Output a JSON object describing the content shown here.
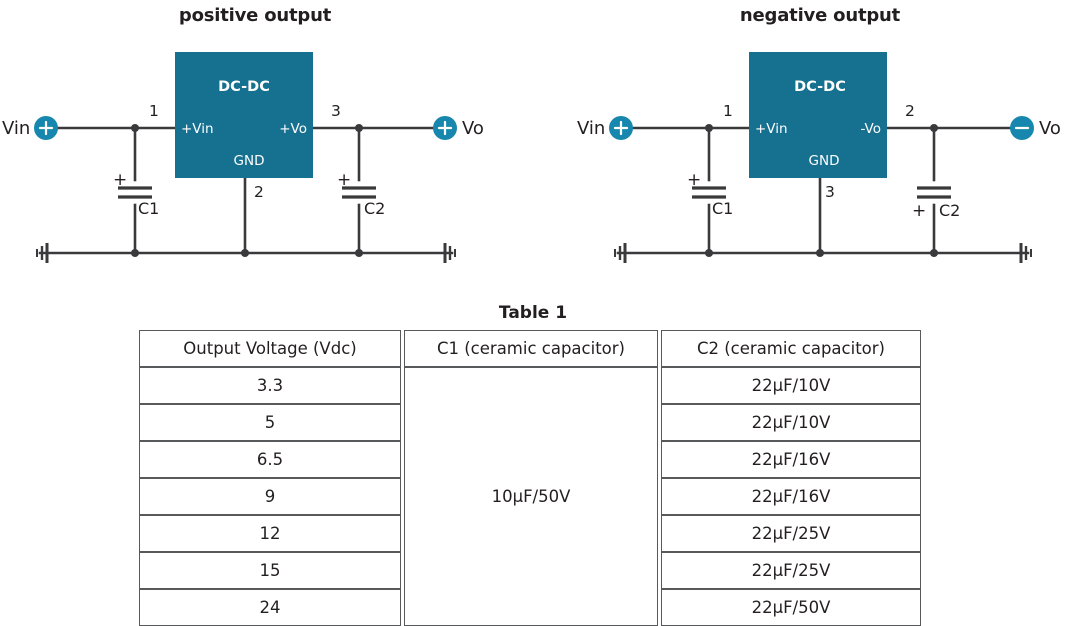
{
  "diagrams": [
    {
      "title": "positive output",
      "chip_label": "DC-DC",
      "chip_pins": {
        "input": "+Vin",
        "output": "+Vo",
        "ground": "GND"
      },
      "pin_numbers": {
        "input": "1",
        "output": "3",
        "ground": "2"
      },
      "source_label": "Vin",
      "source_polarity": "+",
      "output_label": "Vo",
      "output_polarity": "+",
      "capacitors": [
        {
          "name": "C1",
          "polarity": "+",
          "polarity_position": "top"
        },
        {
          "name": "C2",
          "polarity": "+",
          "polarity_position": "top"
        }
      ]
    },
    {
      "title": "negative output",
      "chip_label": "DC-DC",
      "chip_pins": {
        "input": "+Vin",
        "output": "-Vo",
        "ground": "GND"
      },
      "pin_numbers": {
        "input": "1",
        "output": "2",
        "ground": "3"
      },
      "source_label": "Vin",
      "source_polarity": "+",
      "output_label": "Vo",
      "output_polarity": "–",
      "capacitors": [
        {
          "name": "C1",
          "polarity": "+",
          "polarity_position": "top"
        },
        {
          "name": "C2",
          "polarity": "+",
          "polarity_position": "bottom"
        }
      ]
    }
  ],
  "table": {
    "caption": "Table 1",
    "headers": [
      "Output Voltage (Vdc)",
      "C1 (ceramic capacitor)",
      "C2 (ceramic capacitor)"
    ],
    "c1_merged_value": "10µF/50V",
    "rows": [
      {
        "voltage": "3.3",
        "c2": "22µF/10V"
      },
      {
        "voltage": "5",
        "c2": "22µF/10V"
      },
      {
        "voltage": "6.5",
        "c2": "22µF/16V"
      },
      {
        "voltage": "9",
        "c2": "22µF/16V"
      },
      {
        "voltage": "12",
        "c2": "22µF/25V"
      },
      {
        "voltage": "15",
        "c2": "22µF/25V"
      },
      {
        "voltage": "24",
        "c2": "22µF/50V"
      }
    ]
  },
  "colors": {
    "chip_fill": "#16708f",
    "terminal_fill": "#1787ad",
    "wire": "#3a3a3c",
    "text": "#231f20",
    "table_border": "#58595b"
  }
}
